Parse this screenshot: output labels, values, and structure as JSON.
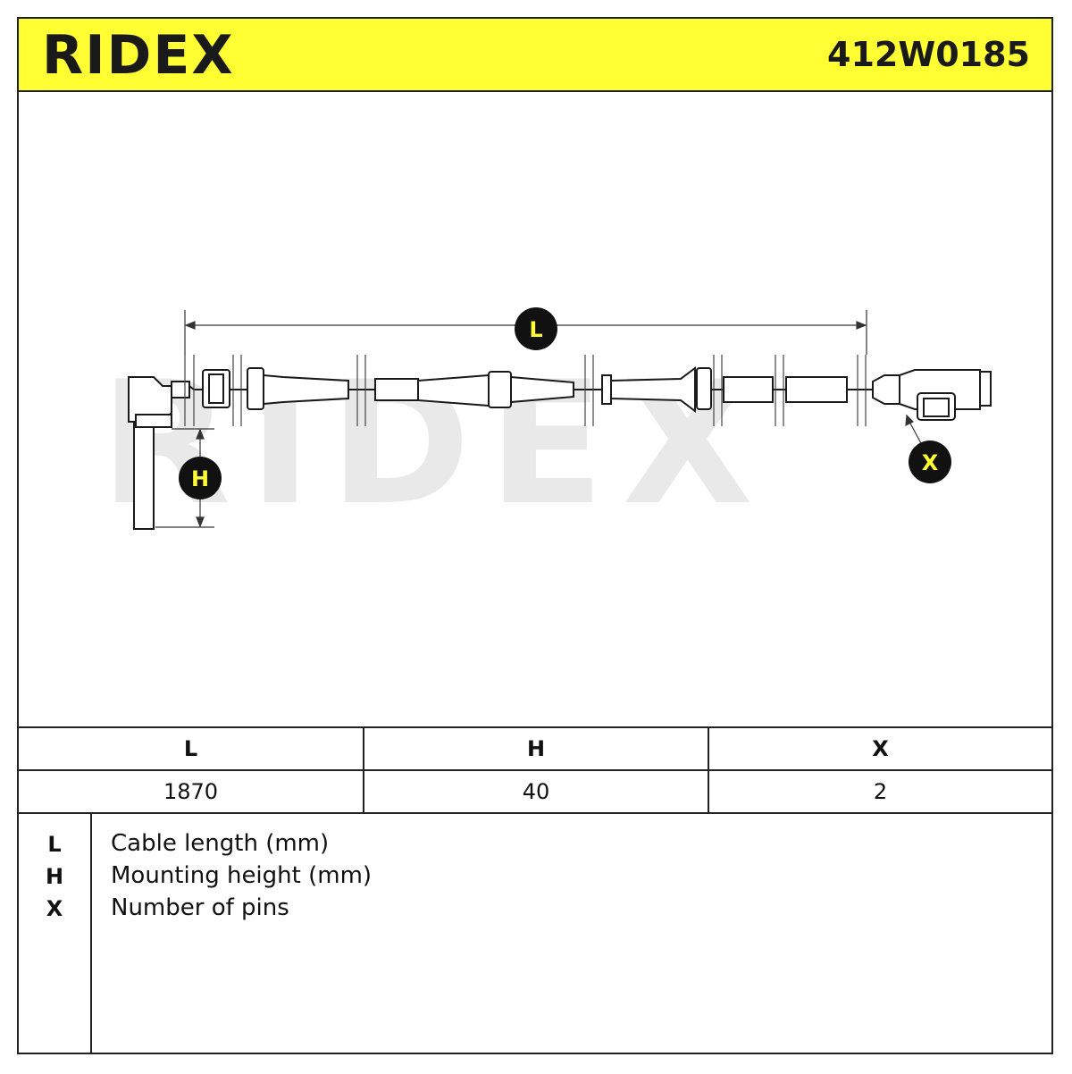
{
  "header": {
    "brand": "RIDEX",
    "part_number": "412W0185",
    "brand_color": "#ffff33"
  },
  "drawing": {
    "dimension_labels": {
      "length": "L",
      "height": "H",
      "pins": "X"
    },
    "watermark": "RIDEX"
  },
  "spec_table": {
    "headers": [
      "L",
      "H",
      "X"
    ],
    "values": [
      "1870",
      "40",
      "2"
    ]
  },
  "legend": [
    {
      "key": "L",
      "description": "Cable length (mm)"
    },
    {
      "key": "H",
      "description": "Mounting height (mm)"
    },
    {
      "key": "X",
      "description": "Number of pins"
    }
  ]
}
